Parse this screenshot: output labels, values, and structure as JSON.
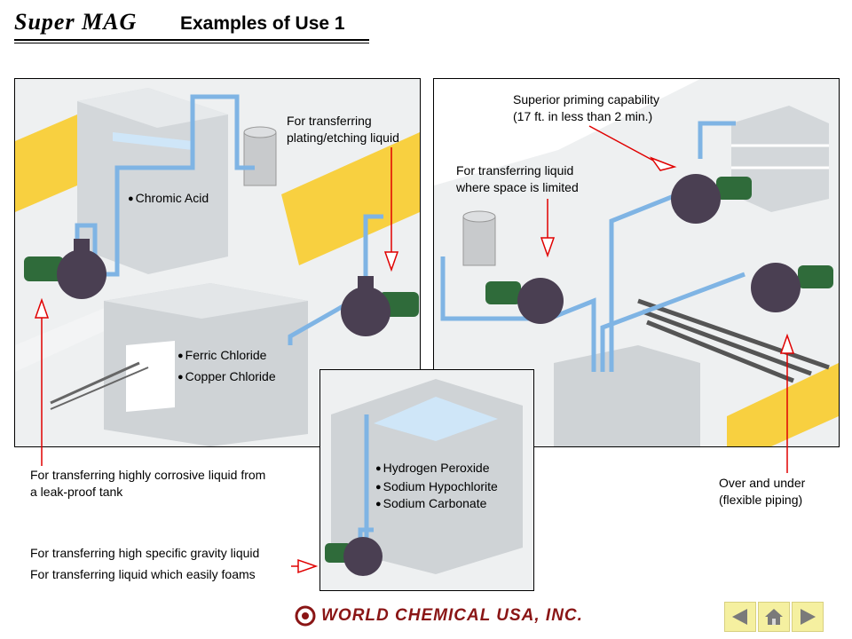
{
  "header": {
    "brand": "Super MAG",
    "title": "Examples of Use 1"
  },
  "left_panel": {
    "callout_plating": [
      "For transferring",
      "plating/etching liquid"
    ],
    "chemicals_top": [
      "Chromic Acid"
    ],
    "chemicals_bottom": [
      "Ferric Chloride",
      "Copper Chloride"
    ]
  },
  "right_panel": {
    "callout_priming": [
      "Superior priming capability",
      "(17 ft. in less than 2 min.)"
    ],
    "callout_space": [
      "For transferring liquid",
      "where space is limited"
    ]
  },
  "center_panel": {
    "chemicals": [
      "Hydrogen Peroxide",
      "Sodium Hypochlorite",
      "Sodium Carbonate"
    ]
  },
  "outside_labels": {
    "corrosive": [
      "For transferring highly corrosive liquid from",
      "a leak-proof tank"
    ],
    "gravity": "For transferring high specific gravity liquid",
    "foams": "For transferring liquid which easily foams",
    "over_under": [
      "Over and under",
      "(flexible piping)"
    ]
  },
  "footer": {
    "company": "WORLD CHEMICAL USA, INC."
  },
  "nav": {
    "prev_icon": "triangle-left-icon",
    "home_icon": "home-icon",
    "next_icon": "triangle-right-icon"
  },
  "colors": {
    "pipe": "#7fb4e4",
    "tank": "#cfd3d6",
    "floor_stripe": "#f8d040",
    "arrow": "#e00000",
    "pump": "#4a3f52",
    "motor": "#2f6b3a",
    "nav_button": "#f5f0a0",
    "logo": "#8a1515"
  }
}
